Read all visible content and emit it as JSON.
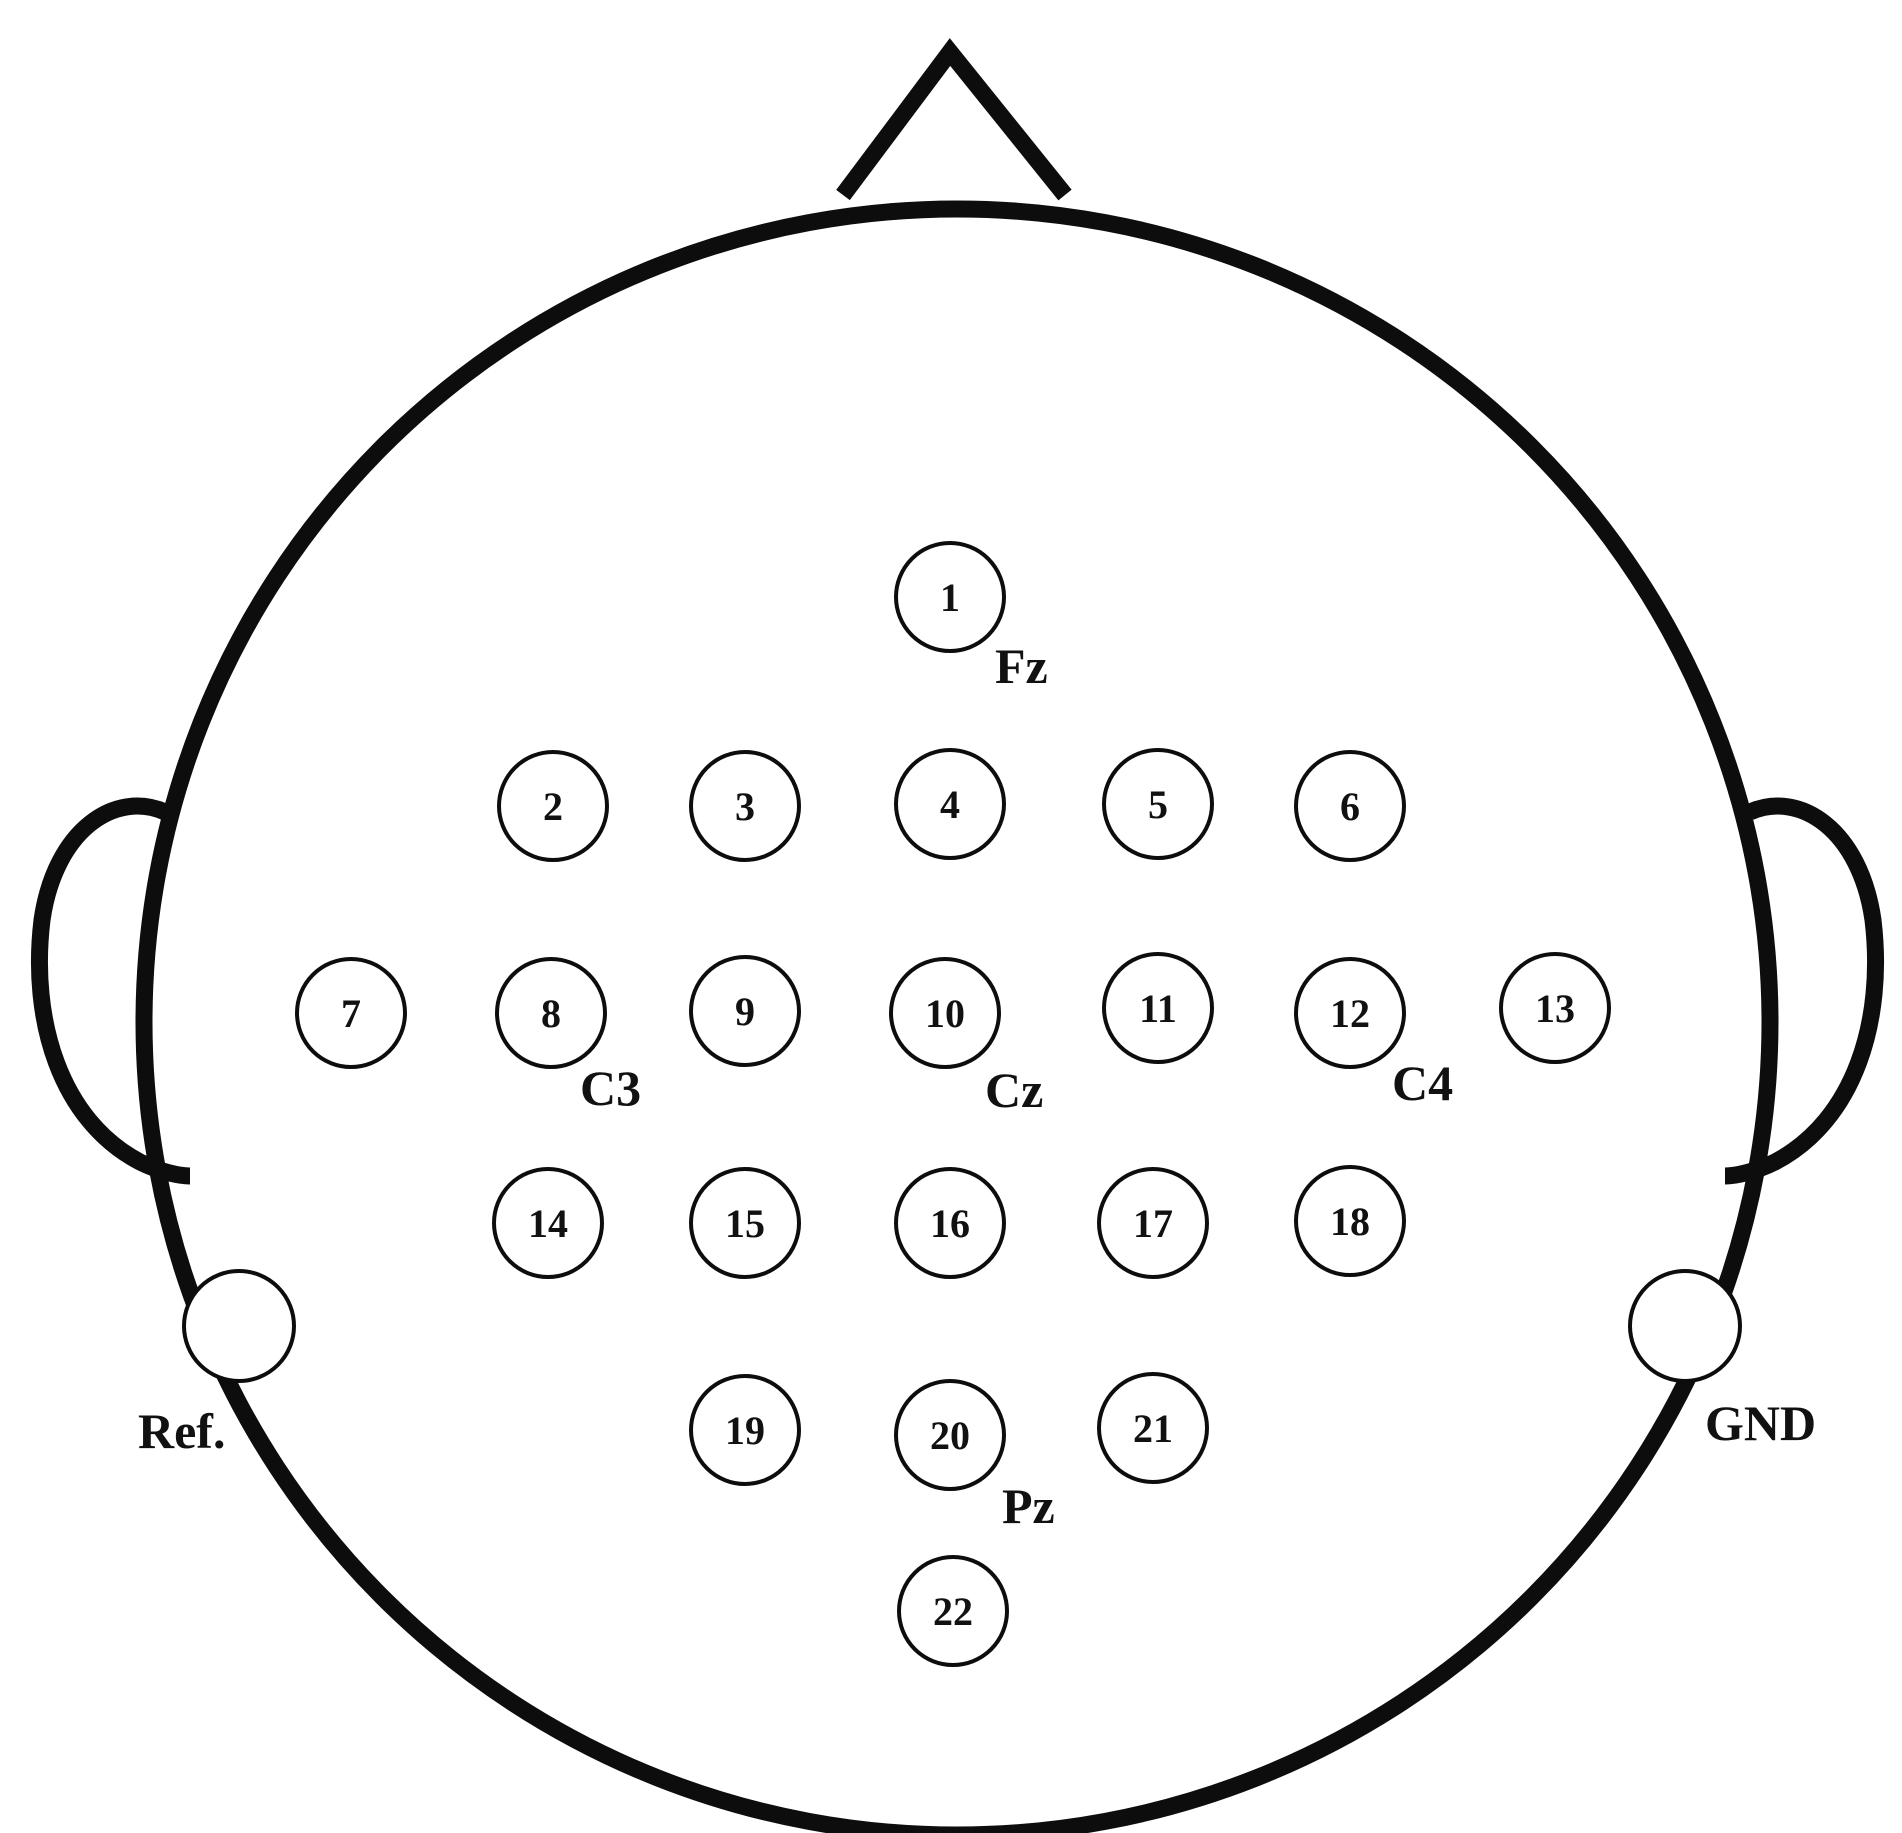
{
  "diagram": {
    "electrodes": [
      "1",
      "2",
      "3",
      "4",
      "5",
      "6",
      "7",
      "8",
      "9",
      "10",
      "11",
      "12",
      "13",
      "14",
      "15",
      "16",
      "17",
      "18",
      "19",
      "20",
      "21",
      "22"
    ],
    "site_labels": {
      "fz": "Fz",
      "c3": "C3",
      "cz": "Cz",
      "c4": "C4",
      "pz": "Pz"
    },
    "reference_label": "Ref.",
    "ground_label": "GND"
  },
  "colors": {
    "stroke": "#0d0d0d",
    "background": "#ffffff"
  }
}
